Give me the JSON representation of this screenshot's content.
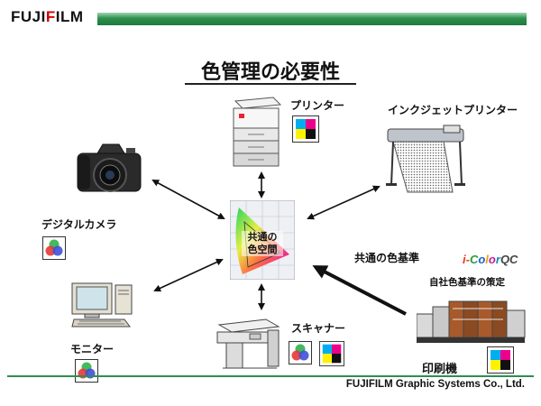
{
  "header": {
    "logo_prefix": "FUJI",
    "logo_i": "F",
    "logo_suffix": "ILM"
  },
  "title": "色管理の必要性",
  "center": {
    "line1": "共通の",
    "line2": "色空間"
  },
  "labels": {
    "printer": "プリンター",
    "inkjet": "インクジェットプリンター",
    "camera": "デジタルカメラ",
    "monitor": "モニター",
    "scanner": "スキャナー",
    "press": "印刷機",
    "common_standard": "共通の色基準",
    "own_standard": "自社色基準の策定"
  },
  "icolor": {
    "c1": "i-",
    "c2": "C",
    "c3": "o",
    "c4": "l",
    "c5": "o",
    "c6": "r",
    "c7": "QC"
  },
  "footer": "FUJIFILM Graphic Systems Co., Ltd.",
  "colors": {
    "brand_green": "#2e8f4e",
    "logo_red": "#d40000",
    "cyan": "#00aeef",
    "magenta": "#ec008c",
    "yellow": "#fff200",
    "black": "#111111"
  },
  "icons": [
    "laser-printer-icon",
    "wide-format-inkjet-icon",
    "digital-camera-icon",
    "crt-monitor-icon",
    "flatbed-scanner-icon",
    "printing-press-icon",
    "cmyk-swatch-icon",
    "rgb-circles-icon",
    "color-gamut-icon"
  ]
}
